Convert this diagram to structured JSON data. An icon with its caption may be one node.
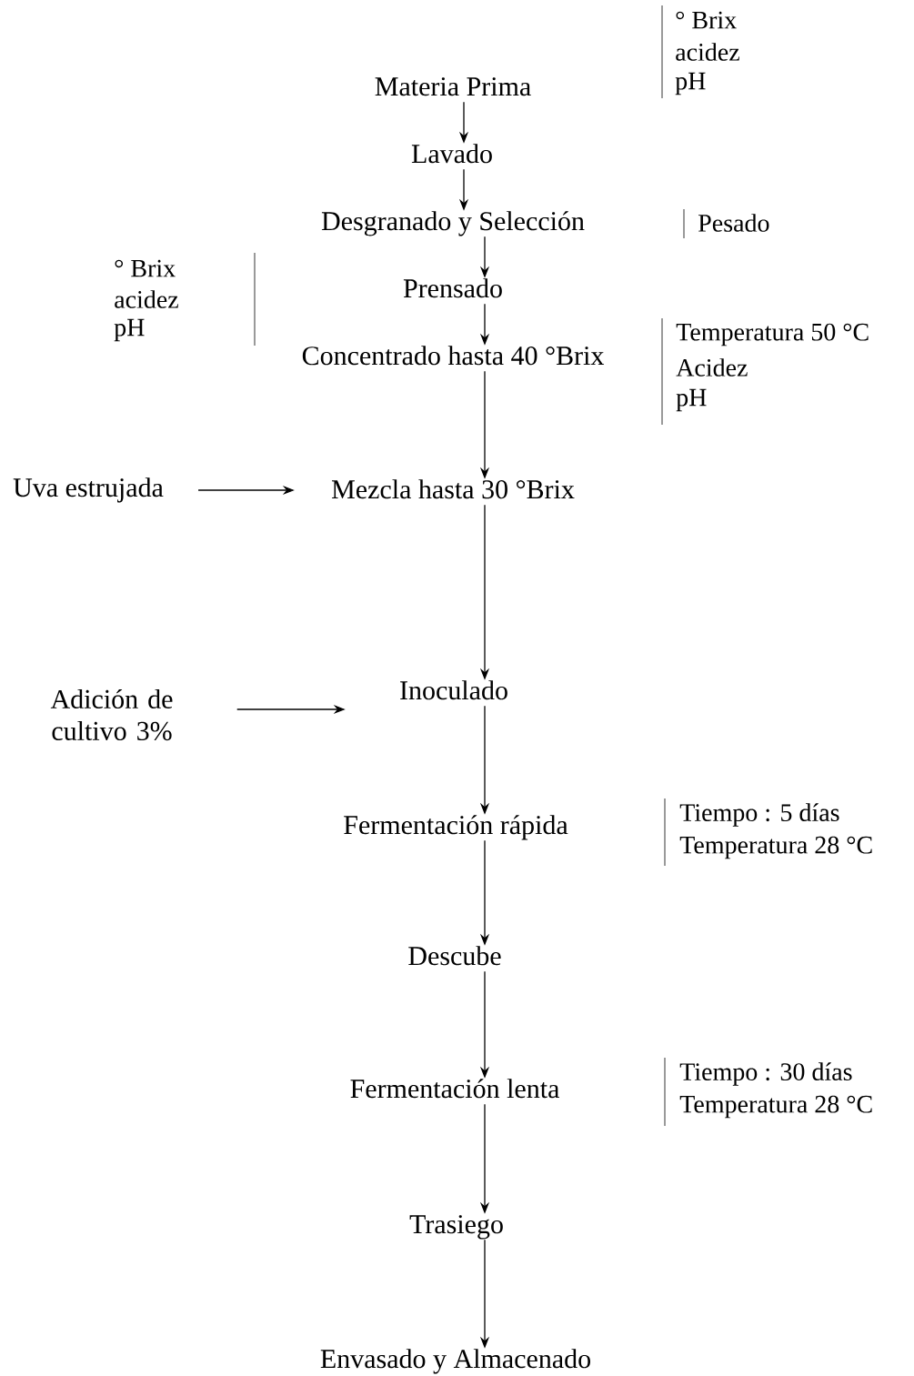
{
  "diagram": {
    "nodes": [
      {
        "text": [
          "Materia Prima"
        ],
        "beside": [
          "° Brix",
          "acidez",
          "pH"
        ]
      },
      {
        "text": [
          "Lavado"
        ]
      },
      {
        "text": [
          "Desgranado y Selección"
        ]
      },
      {
        "text": [
          "Prensado"
        ],
        "beside": [
          "° Brix",
          "acidez",
          "pH"
        ]
      },
      {
        "text": [
          "Concentrado hasta 40 °Brix"
        ],
        "beside": [
          "Temperatura 50 °C",
          "Acidez",
          "pH"
        ]
      },
      {
        "text": [
          "Uva estrujada"
        ]
      },
      {
        "text": [
          "Mezcla hasta 30 °Brix"
        ]
      },
      {
        "text": [
          "Adición de cultivo 3%"
        ]
      },
      {
        "text": [
          "Inoculado"
        ]
      },
      {
        "text": [
          "Fermentación rápida"
        ],
        "beside": [
          "Tiempo : 5 días",
          "Temperatura  28 °C"
        ]
      },
      {
        "text": [
          "Descube"
        ]
      },
      {
        "text": [
          "Fermentación lenta"
        ],
        "beside": [
          "Tiempo : 30 días",
          "Temperatura  28 °C"
        ]
      },
      {
        "text": [
          "Trasiego"
        ]
      },
      {
        "text": [
          "Envasado y Almacenado"
        ]
      }
    ],
    "edges": [
      {
        "from": 0,
        "to": 1,
        "arrow": "to"
      },
      {
        "from": 1,
        "to": 2,
        "arrow": "to"
      },
      {
        "from": 2,
        "to": 3,
        "arrow": "to"
      },
      {
        "from": 3,
        "to": 4,
        "arrow": "to"
      },
      {
        "from": 4,
        "to": 6,
        "arrow": "to"
      },
      {
        "from": 5,
        "to": 6,
        "arrow": "to"
      },
      {
        "from": 6,
        "to": 8,
        "arrow": "to"
      },
      {
        "from": 7,
        "to": 8,
        "arrow": "to"
      },
      {
        "from": 8,
        "to": 9,
        "arrow": "to"
      },
      {
        "from": 9,
        "to": 10,
        "arrow": "to"
      },
      {
        "from": 10,
        "to": 11,
        "arrow": "to"
      },
      {
        "from": 11,
        "to": 12,
        "arrow": "to"
      },
      {
        "from": 12,
        "to": 13,
        "arrow": "to"
      }
    ],
    "labels": [
      "Pesado"
    ]
  }
}
